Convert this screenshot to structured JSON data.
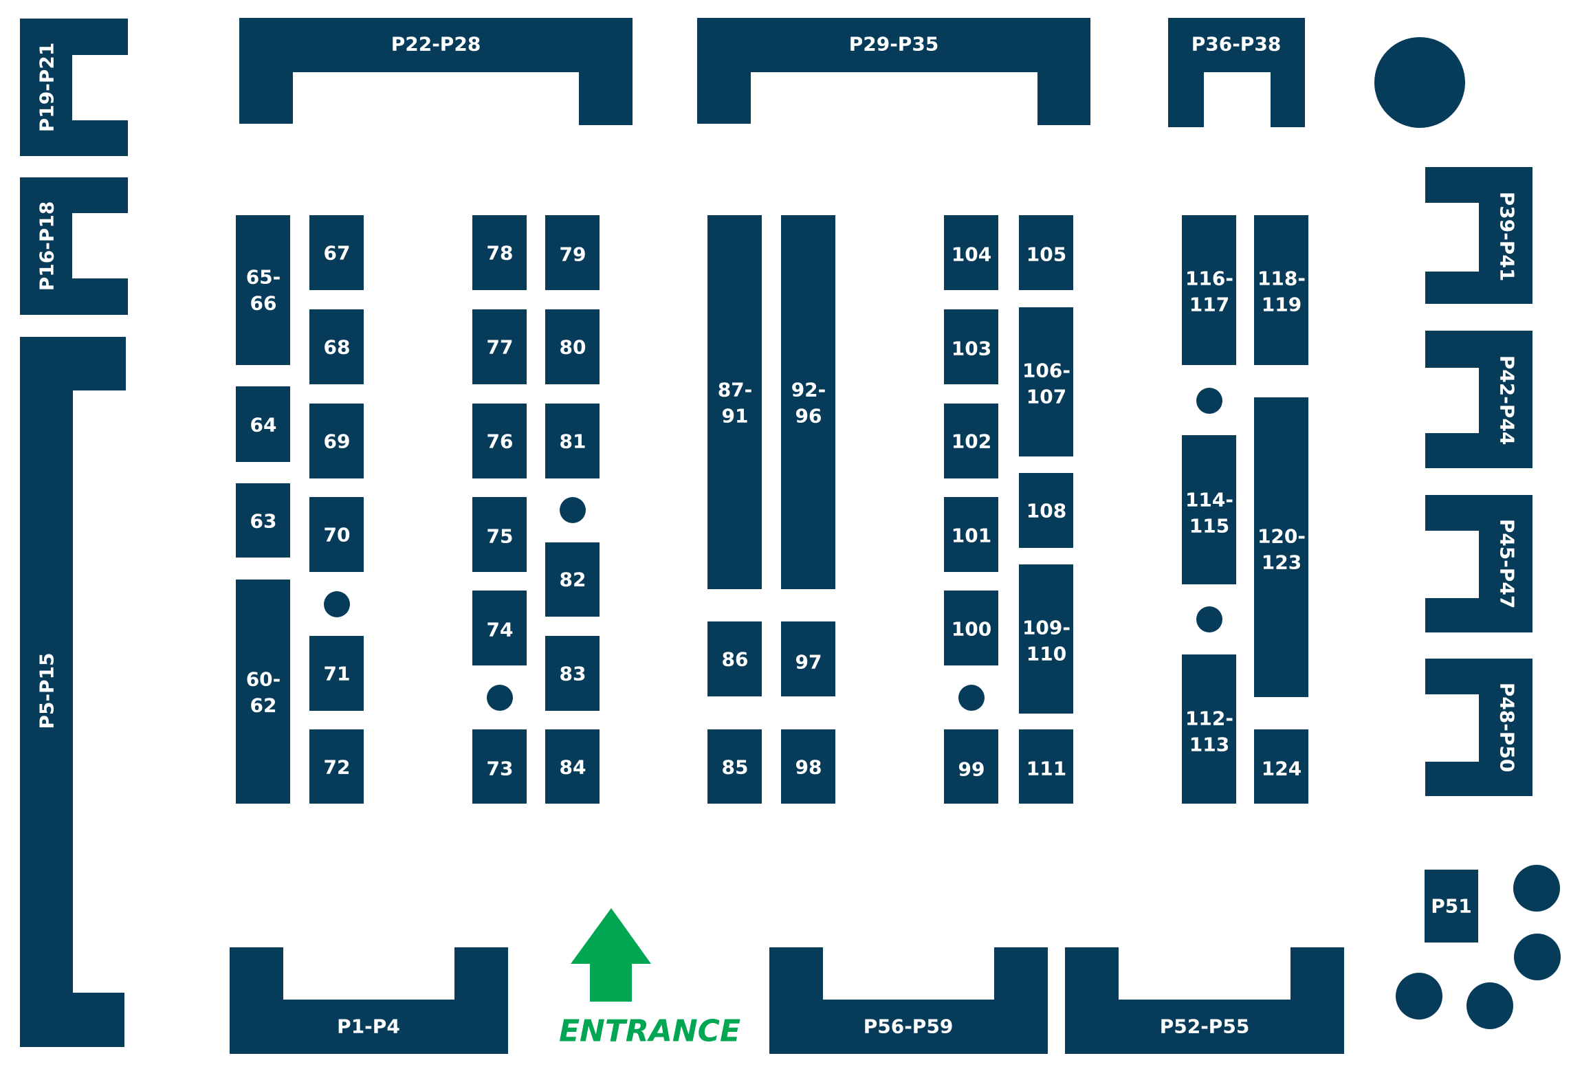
{
  "colors": {
    "block": "#073b5a",
    "label": "#ffffff",
    "entrance": "#00a651",
    "background": "#ffffff"
  },
  "entrance_label": "ENTRANCE",
  "perimeter": {
    "p19_p21": "P19-P21",
    "p16_p18": "P16-P18",
    "p5_p15": "P5-P15",
    "p22_p28": "P22-P28",
    "p29_p35": "P29-P35",
    "p36_p38": "P36-P38",
    "p39_p41": "P39-P41",
    "p42_p44": "P42-P44",
    "p45_p47": "P45-P47",
    "p48_p50": "P48-P50",
    "p51": "P51",
    "p1_p4": "P1-P4",
    "p56_p59": "P56-P59",
    "p52_p55": "P52-P55"
  },
  "booths": {
    "b65_66": [
      "65-",
      "66"
    ],
    "b64": "64",
    "b63": "63",
    "b60_62": [
      "60-",
      "62"
    ],
    "b67": "67",
    "b68": "68",
    "b69": "69",
    "b70": "70",
    "b71": "71",
    "b72": "72",
    "b78": "78",
    "b77": "77",
    "b76": "76",
    "b75": "75",
    "b74": "74",
    "b73": "73",
    "b79": "79",
    "b80": "80",
    "b81": "81",
    "b82": "82",
    "b83": "83",
    "b84": "84",
    "b87_91": [
      "87-",
      "91"
    ],
    "b86": "86",
    "b85": "85",
    "b92_96": [
      "92-",
      "96"
    ],
    "b97": "97",
    "b98": "98",
    "b104": "104",
    "b103": "103",
    "b102": "102",
    "b101": "101",
    "b100": "100",
    "b99": "99",
    "b105": "105",
    "b106_107": [
      "106-",
      "107"
    ],
    "b108": "108",
    "b109_110": [
      "109-",
      "110"
    ],
    "b111": "111",
    "b116_117": [
      "116-",
      "117"
    ],
    "b114_115": [
      "114-",
      "115"
    ],
    "b112_113": [
      "112-",
      "113"
    ],
    "b118_119": [
      "118-",
      "119"
    ],
    "b120_123": [
      "120-",
      "123"
    ],
    "b124": "124"
  }
}
